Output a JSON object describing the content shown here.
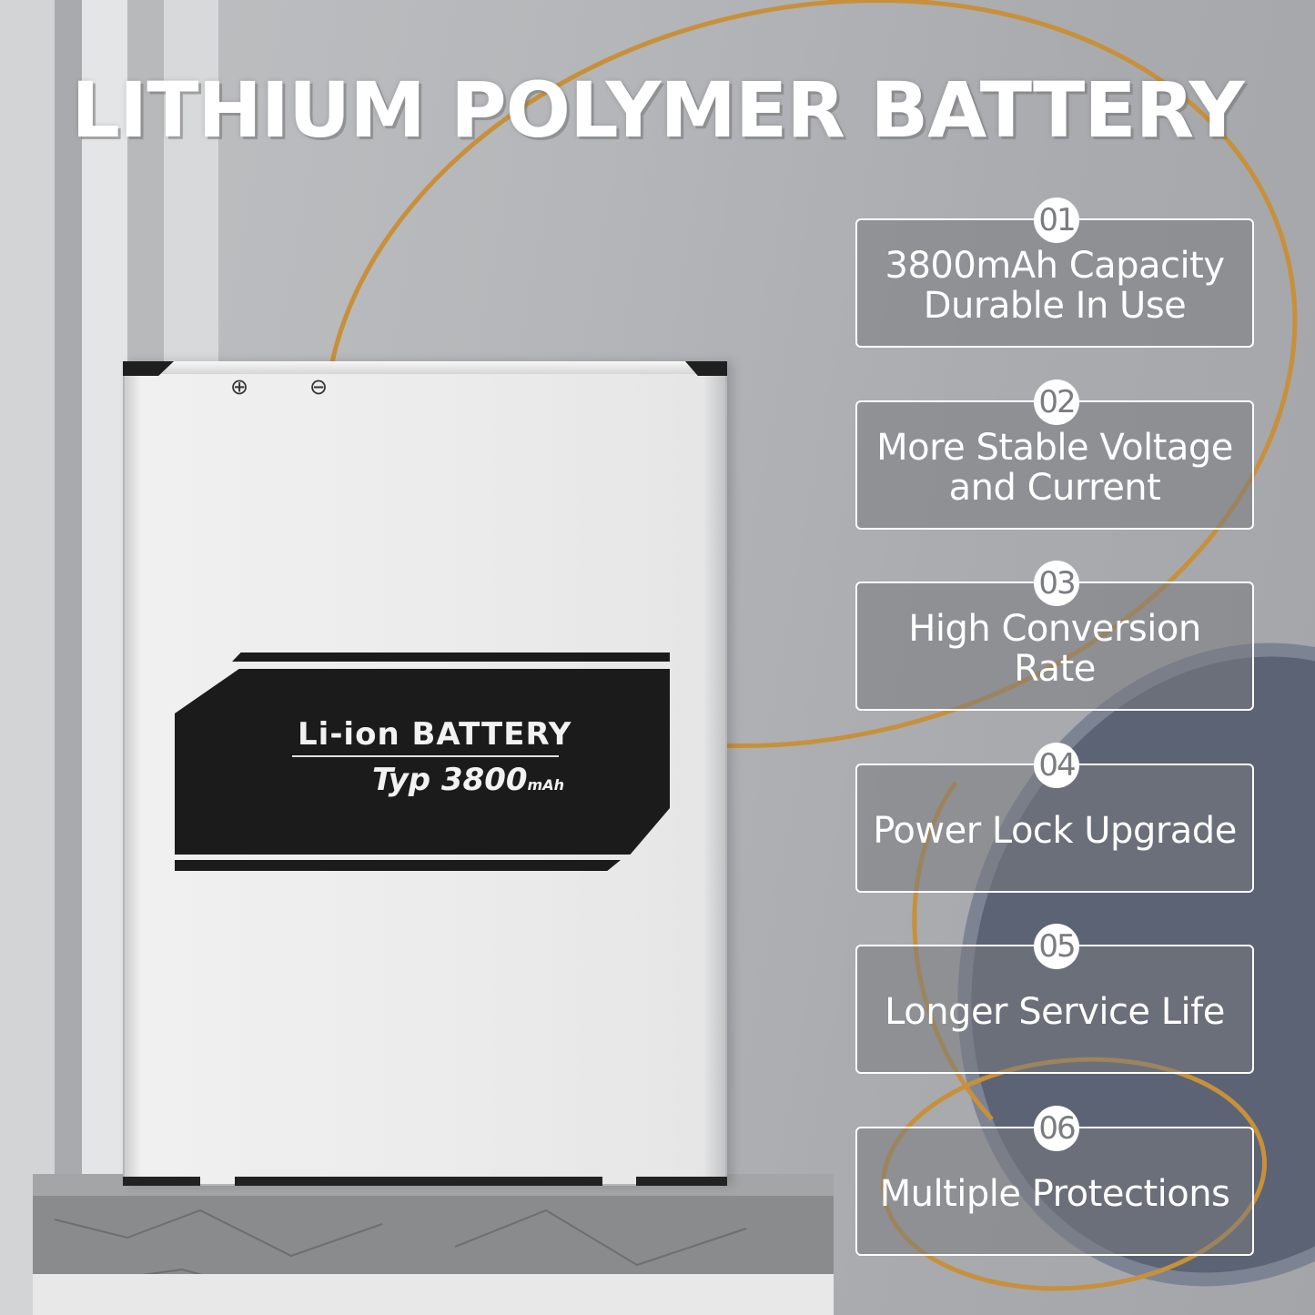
{
  "headline": "LITHIUM POLYMER BATTERY",
  "battery": {
    "plus_symbol": "⊕",
    "minus_symbol": "⊖",
    "label_title": "Li-ion BATTERY",
    "label_typ": "Typ 3800",
    "label_unit": "mAh"
  },
  "features": [
    {
      "num": "01",
      "text": "3800mAh Capacity\nDurable In Use"
    },
    {
      "num": "02",
      "text": "More Stable Voltage\nand Current"
    },
    {
      "num": "03",
      "text": "High Conversion\nRate"
    },
    {
      "num": "04",
      "text": "Power Lock Upgrade"
    },
    {
      "num": "05",
      "text": "Longer Service Life"
    },
    {
      "num": "06",
      "text": "Multiple Protections"
    }
  ],
  "colors": {
    "gold": "#c8903a",
    "panel_border": "#ffffff",
    "label_black": "#1b1b1b"
  }
}
